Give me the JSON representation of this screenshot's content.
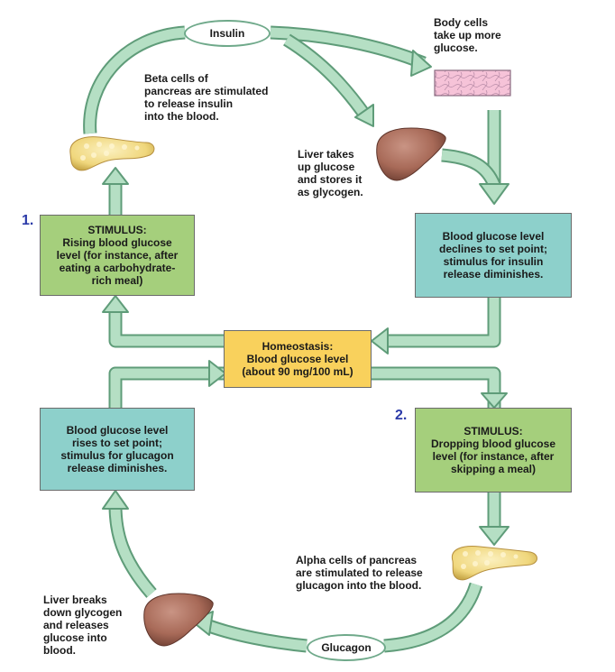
{
  "hormones": {
    "insulin": "Insulin",
    "glucagon": "Glucagon"
  },
  "labels": {
    "number_1": "1.",
    "number_2": "2.",
    "body_cells": [
      "Body cells",
      "take up more",
      "glucose."
    ],
    "beta_cells": [
      "Beta cells of",
      "pancreas are stimulated",
      "to release insulin",
      "into the blood."
    ],
    "liver_takes": [
      "Liver takes",
      "up glucose",
      "and stores it",
      "as glycogen."
    ],
    "alpha_cells": [
      "Alpha cells of pancreas",
      "are stimulated to release",
      "glucagon into the blood."
    ],
    "liver_breaks": [
      "Liver breaks",
      "down glycogen",
      "and releases",
      "glucose into",
      "blood."
    ]
  },
  "boxes": {
    "stimulus_rising": [
      "STIMULUS:",
      "Rising blood glucose",
      "level (for instance, after",
      "eating a carbohydrate-",
      "rich meal)"
    ],
    "declines": [
      "Blood glucose level",
      "declines to set point;",
      "stimulus for insulin",
      "release diminishes."
    ],
    "homeostasis": [
      "Homeostasis:",
      "Blood glucose level",
      "(about 90 mg/100 mL)"
    ],
    "rises": [
      "Blood glucose level",
      "rises to set point;",
      "stimulus for glucagon",
      "release diminishes."
    ],
    "stimulus_dropping": [
      "STIMULUS:",
      "Dropping blood glucose",
      "level (for instance, after",
      "skipping a meal)"
    ]
  },
  "colors": {
    "stimulus_box": "#a5cf7c",
    "setpoint_box": "#8dd0cb",
    "homeostasis_box": "#f9d15c",
    "arrow_fill": "#b5dfc4",
    "arrow_stroke": "#5f9c79",
    "number_text": "#2b3aa8",
    "pancreas": "#f2de8a",
    "liver": "#a86a58",
    "body_cells": "#f3b6cf"
  },
  "icons": [
    "pancreas-icon",
    "liver-icon",
    "body-cells-icon"
  ]
}
